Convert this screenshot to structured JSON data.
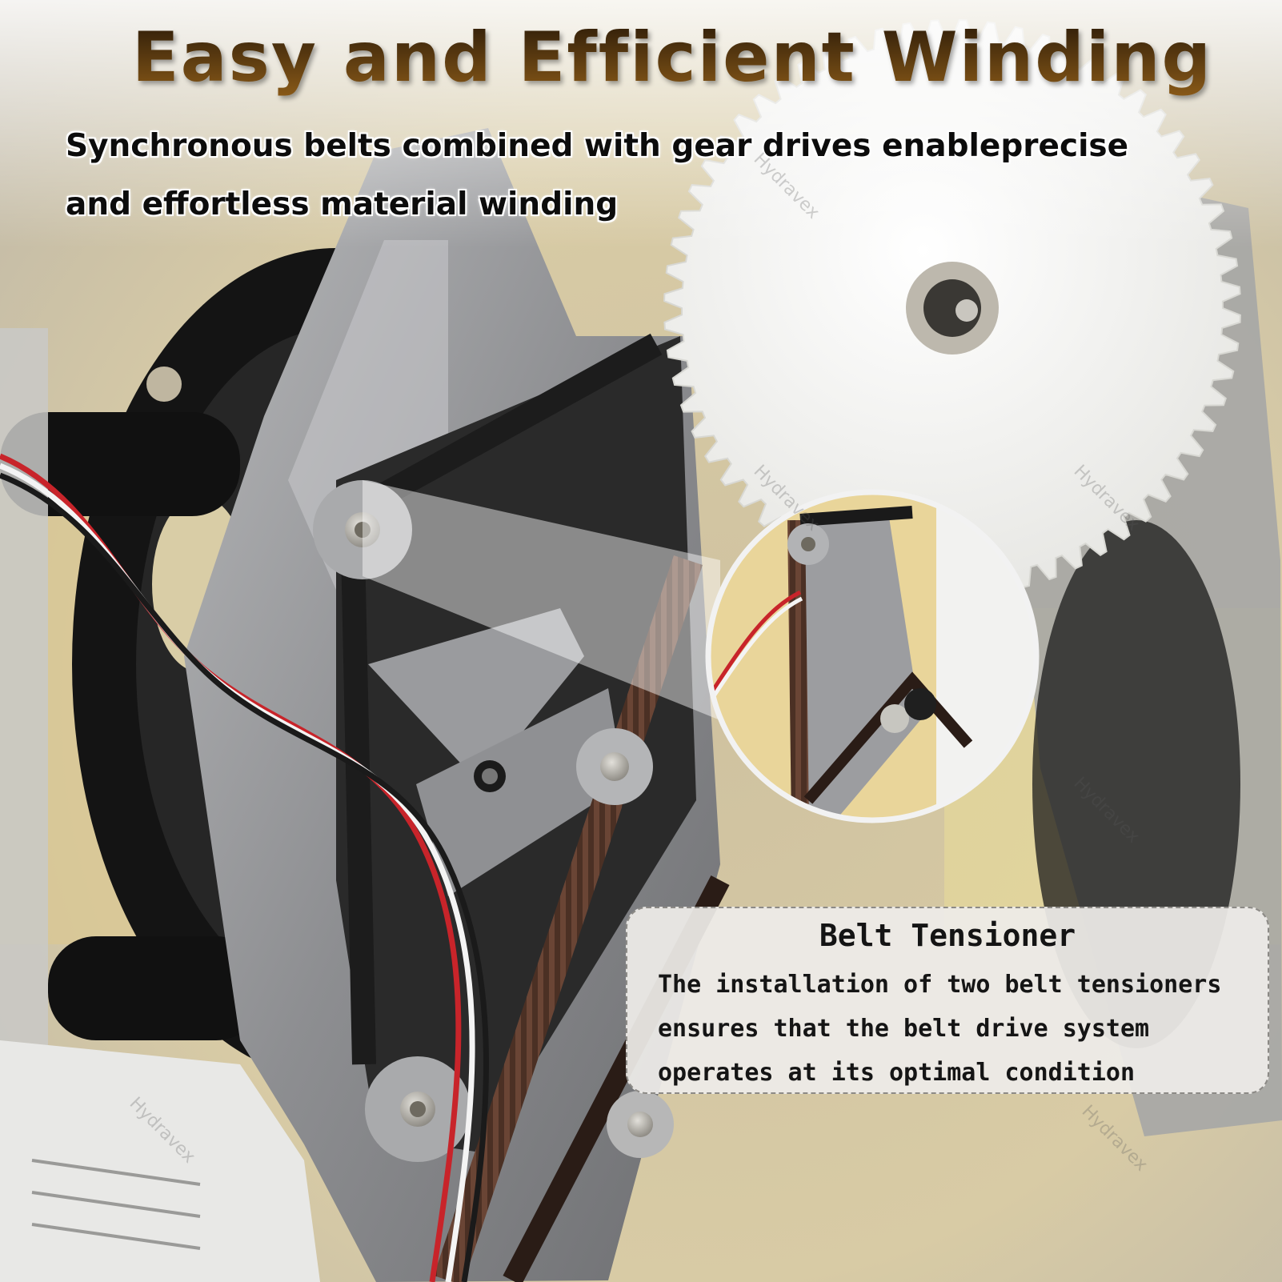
{
  "headline": "Easy and Efficient Winding",
  "subheadline": "Synchronous belts combined with gear drives enableprecise and effortless material winding",
  "callout": {
    "title": "Belt Tensioner",
    "body_lines": [
      "The installation of two belt tensioners",
      "ensures that the belt drive system",
      "operates at its optimal condition"
    ]
  },
  "watermark": "Hydravex",
  "colors": {
    "frame": "#8f9092",
    "belt": "#5a3a2c",
    "gear": "#f3f3f1",
    "background": "#d9c9a0"
  }
}
